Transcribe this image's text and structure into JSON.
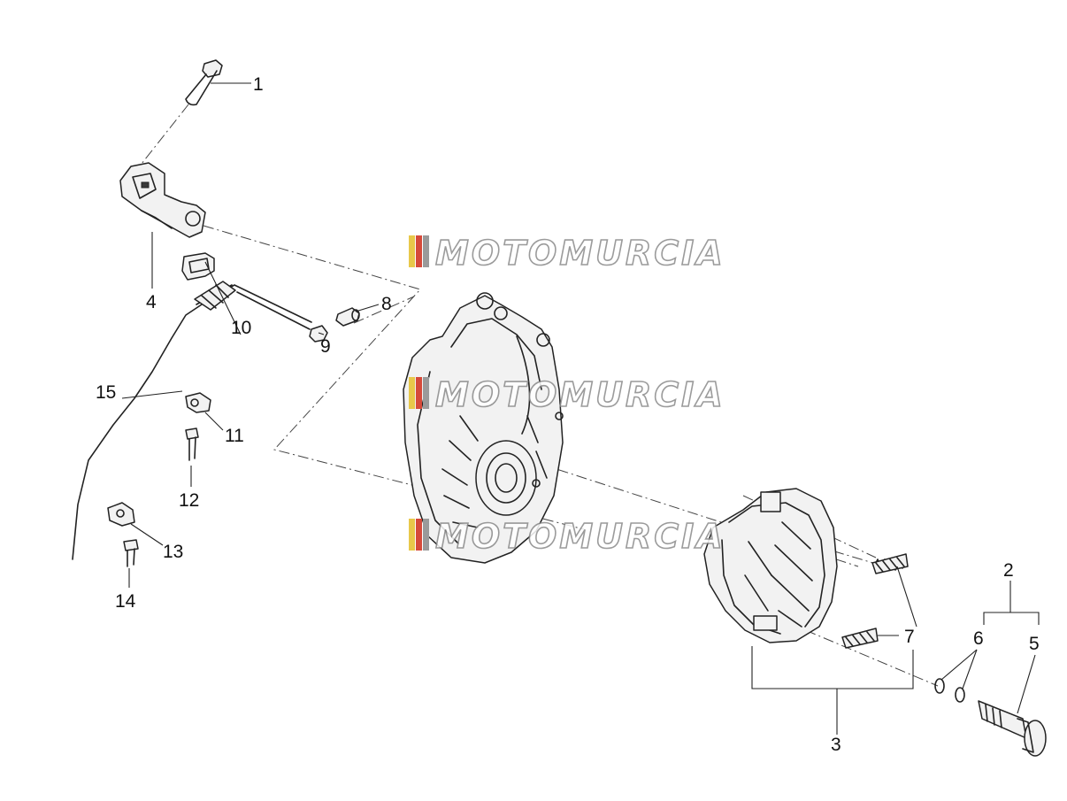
{
  "watermark": {
    "text": "MOTOMURCIA",
    "stripe_colors": [
      "#e8c84a",
      "#d64a3a",
      "#9a9a9a"
    ]
  },
  "callouts": {
    "c1": "1",
    "c2": "2",
    "c3": "3",
    "c4": "4",
    "c5": "5",
    "c6": "6",
    "c7": "7",
    "c8": "8",
    "c9": "9",
    "c10": "10",
    "c11": "11",
    "c12": "12",
    "c13": "13",
    "c14": "14",
    "c15": "15"
  }
}
